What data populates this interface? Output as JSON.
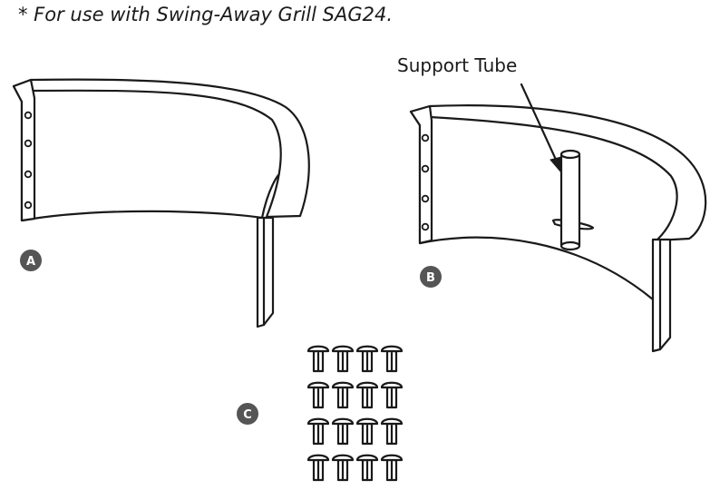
{
  "note": "* For use with Swing-Away Grill SAG24.",
  "callout": {
    "label": "Support Tube"
  },
  "parts": [
    {
      "letter": "A",
      "part": "side-panel"
    },
    {
      "letter": "B",
      "part": "side-panel-with-support-tube"
    },
    {
      "letter": "C",
      "part": "bolts",
      "count": 16
    }
  ],
  "colors": {
    "badge": "#555555",
    "line": "#1a1a1a",
    "background": "#ffffff"
  }
}
